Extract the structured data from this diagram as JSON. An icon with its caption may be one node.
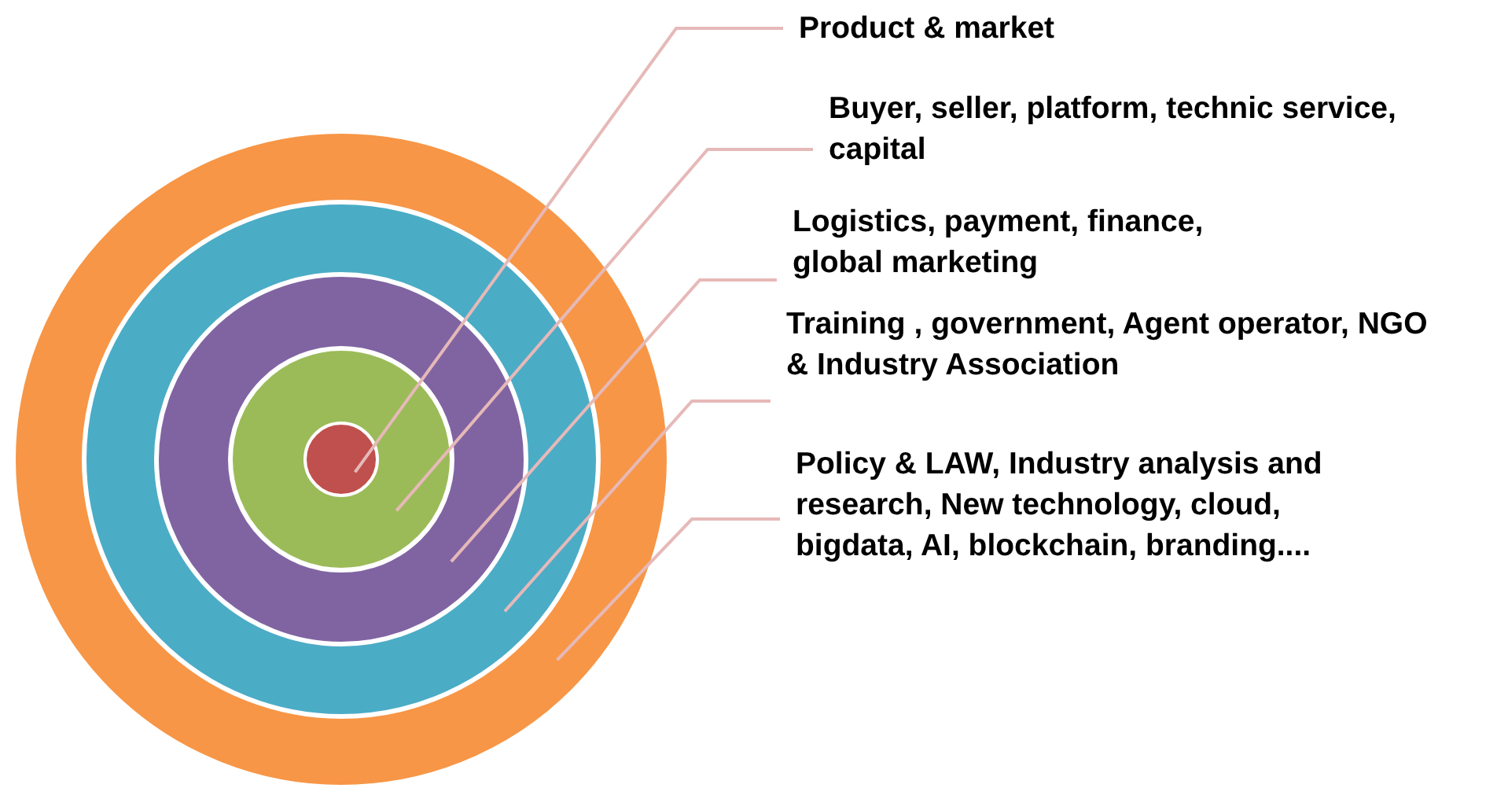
{
  "diagram": {
    "nodes": [
      {
        "text": [],
        "shape": "circle"
      },
      {
        "text": [],
        "shape": "circle",
        "in": 0
      },
      {
        "text": [],
        "shape": "circle",
        "in": 1
      },
      {
        "text": [],
        "shape": "circle",
        "in": 2
      },
      {
        "text": [],
        "shape": "circle",
        "in": 3
      },
      {
        "text": [
          "Product & market"
        ]
      },
      {
        "text": [
          "Buyer, seller, platform, technic service, capital"
        ]
      },
      {
        "text": [
          "Logistics, payment, finance, global marketing"
        ]
      },
      {
        "text": [
          "Training , government, Agent operator, NGO & Industry Association"
        ]
      },
      {
        "text": [
          "Policy & LAW, Industry analysis and research, New technology, cloud, bigdata,  AI, blockchain, branding...."
        ]
      }
    ],
    "edges": [
      {
        "from": 5,
        "to": 4,
        "arrow": "none"
      },
      {
        "from": 6,
        "to": 3,
        "arrow": "none"
      },
      {
        "from": 7,
        "to": 2,
        "arrow": "none"
      },
      {
        "from": 8,
        "to": 1,
        "arrow": "none"
      },
      {
        "from": 9,
        "to": 0,
        "arrow": "none"
      }
    ]
  }
}
